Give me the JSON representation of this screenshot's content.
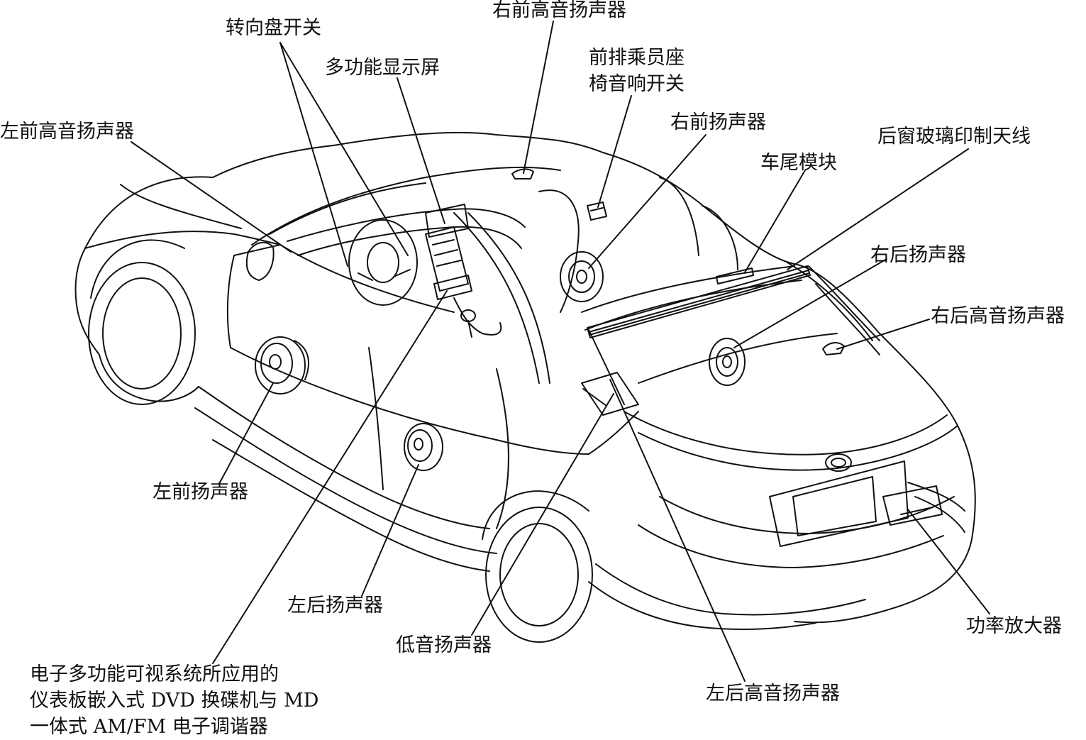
{
  "labels": {
    "steering_wheel_switch": "转向盘开关",
    "right_front_tweeter": "右前高音扬声器",
    "multi_display": "多功能显示屏",
    "front_seat_audio_switch_line1": "前排乘员座",
    "front_seat_audio_switch_line2": "椅音响开关",
    "left_front_tweeter": "左前高音扬声器",
    "right_front_speaker": "右前扬声器",
    "rear_window_antenna": "后窗玻璃印制天线",
    "tail_module": "车尾模块",
    "right_rear_speaker": "右后扬声器",
    "right_rear_tweeter": "右后高音扬声器",
    "left_front_speaker": "左前扬声器",
    "left_rear_speaker": "左后扬声器",
    "subwoofer": "低音扬声器",
    "power_amplifier": "功率放大器",
    "tuner_line1": "电子多功能可视系统所应用的",
    "tuner_line2": "仪表板嵌入式 DVD 换碟机与 MD",
    "tuner_line3": "一体式 AM/FM 电子调谐器",
    "left_rear_tweeter": "左后高音扬声器"
  },
  "colors": {
    "ink": "#111111",
    "background": "#ffffff"
  }
}
